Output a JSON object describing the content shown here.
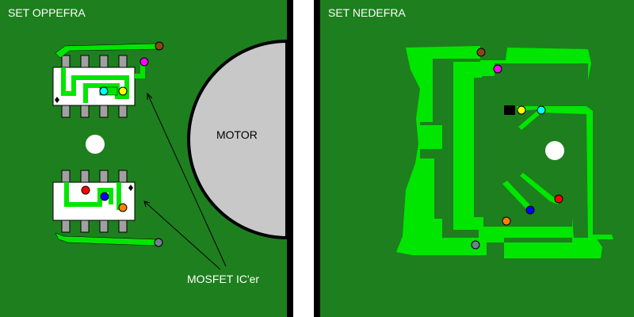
{
  "labels": {
    "left_title": "SET OPPEFRA",
    "right_title": "SET NEDEFRA",
    "motor": "MOTOR",
    "mosfet": "MOSFET IC'er"
  },
  "colors": {
    "board": "#1e7f1e",
    "trace": "#00e600",
    "motor": "#c8c8c8",
    "divider": "#000000",
    "ic_body": "#ffffff",
    "pin": "#a0a0a0"
  },
  "dots": {
    "brown": "#8b4513",
    "magenta": "#ff00ff",
    "cyan": "#00ffff",
    "yellow": "#ffff00",
    "red": "#ff0000",
    "blue": "#0000ff",
    "orange": "#ff8000",
    "gray": "#708090"
  }
}
